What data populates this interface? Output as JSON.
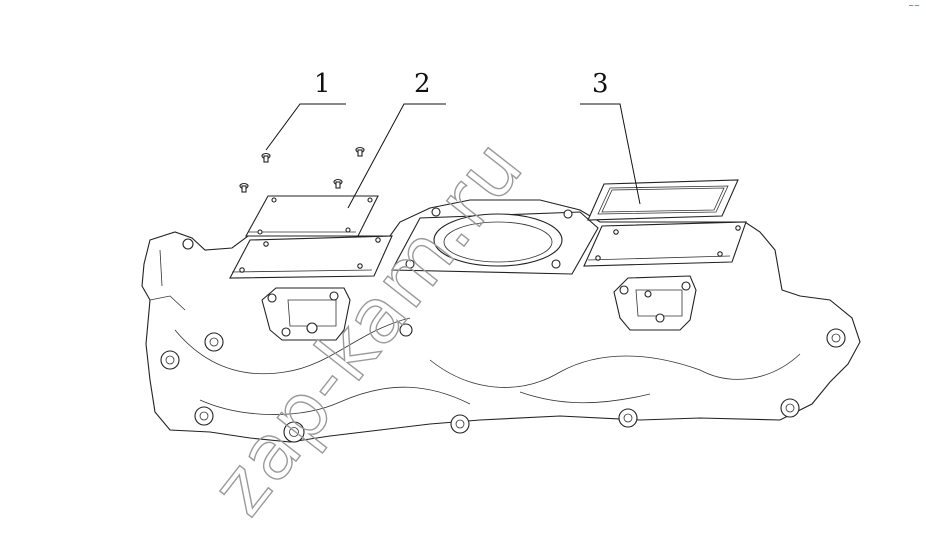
{
  "callouts": [
    {
      "id": "callout-1",
      "label": "1"
    },
    {
      "id": "callout-2",
      "label": "2"
    },
    {
      "id": "callout-3",
      "label": "3"
    }
  ],
  "watermark": "zap-kam.ru",
  "corner_mark": "~~"
}
